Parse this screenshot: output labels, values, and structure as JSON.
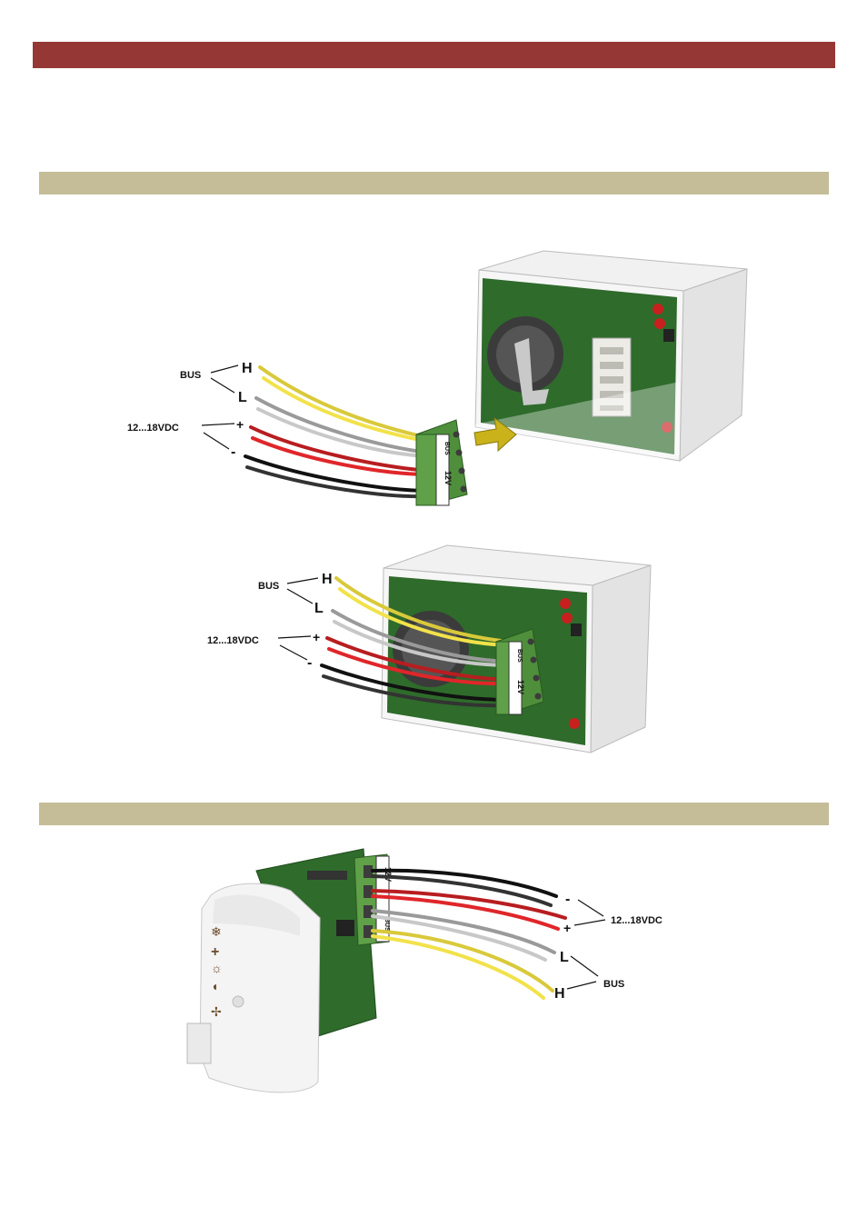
{
  "labels": {
    "bus": "BUS",
    "h": "H",
    "l": "L",
    "voltage": "12...18VDC",
    "plus": "+",
    "minus": "-"
  },
  "terminal": {
    "bus": "BUS",
    "h": "H",
    "l": "L",
    "v12": "12V",
    "plus": "+",
    "minus": "-"
  },
  "colors": {
    "header_bar": "#953735",
    "section_bar": "#c4bd97",
    "pcb": "#2f6b2b",
    "wire_yellow": "#f2e24a",
    "wire_gray": "#b5b5b5",
    "wire_red": "#e0262a",
    "wire_black": "#111111",
    "arrow": "#c9b21a",
    "led": "#c8201e"
  }
}
